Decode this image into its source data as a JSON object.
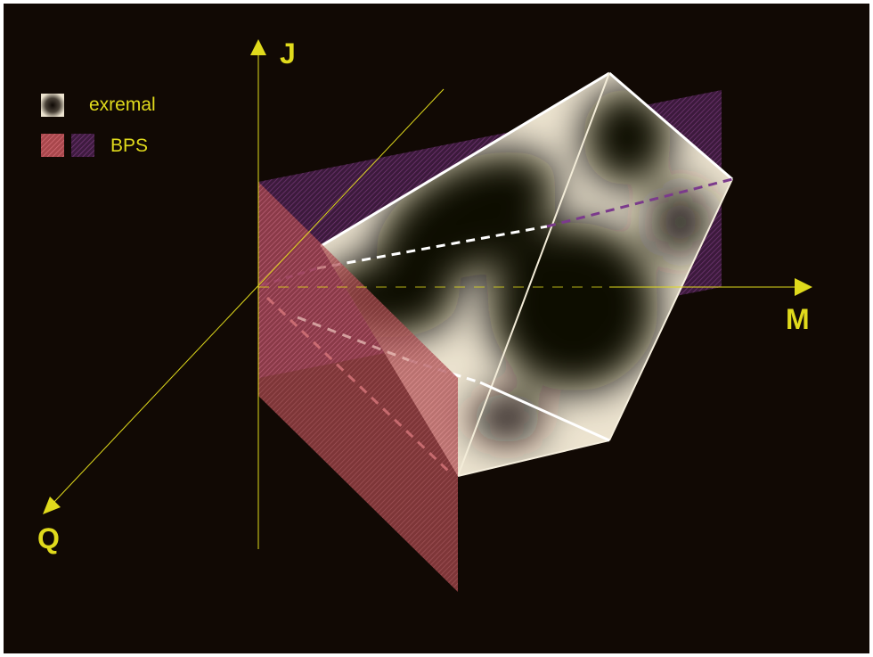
{
  "axes": {
    "j_label": "J",
    "m_label": "M",
    "q_label": "Q"
  },
  "legend": {
    "extremal_label": "exremal",
    "bps_label": "BPS"
  },
  "colors": {
    "background": "#110904",
    "axis": "#e0da1c",
    "extremal_light": "#ede4d0",
    "extremal_dark": "#0e0804",
    "bps_red": "#c8585c",
    "bps_purple": "#6a2d6c",
    "edge_purple": "#7b3a8c"
  }
}
